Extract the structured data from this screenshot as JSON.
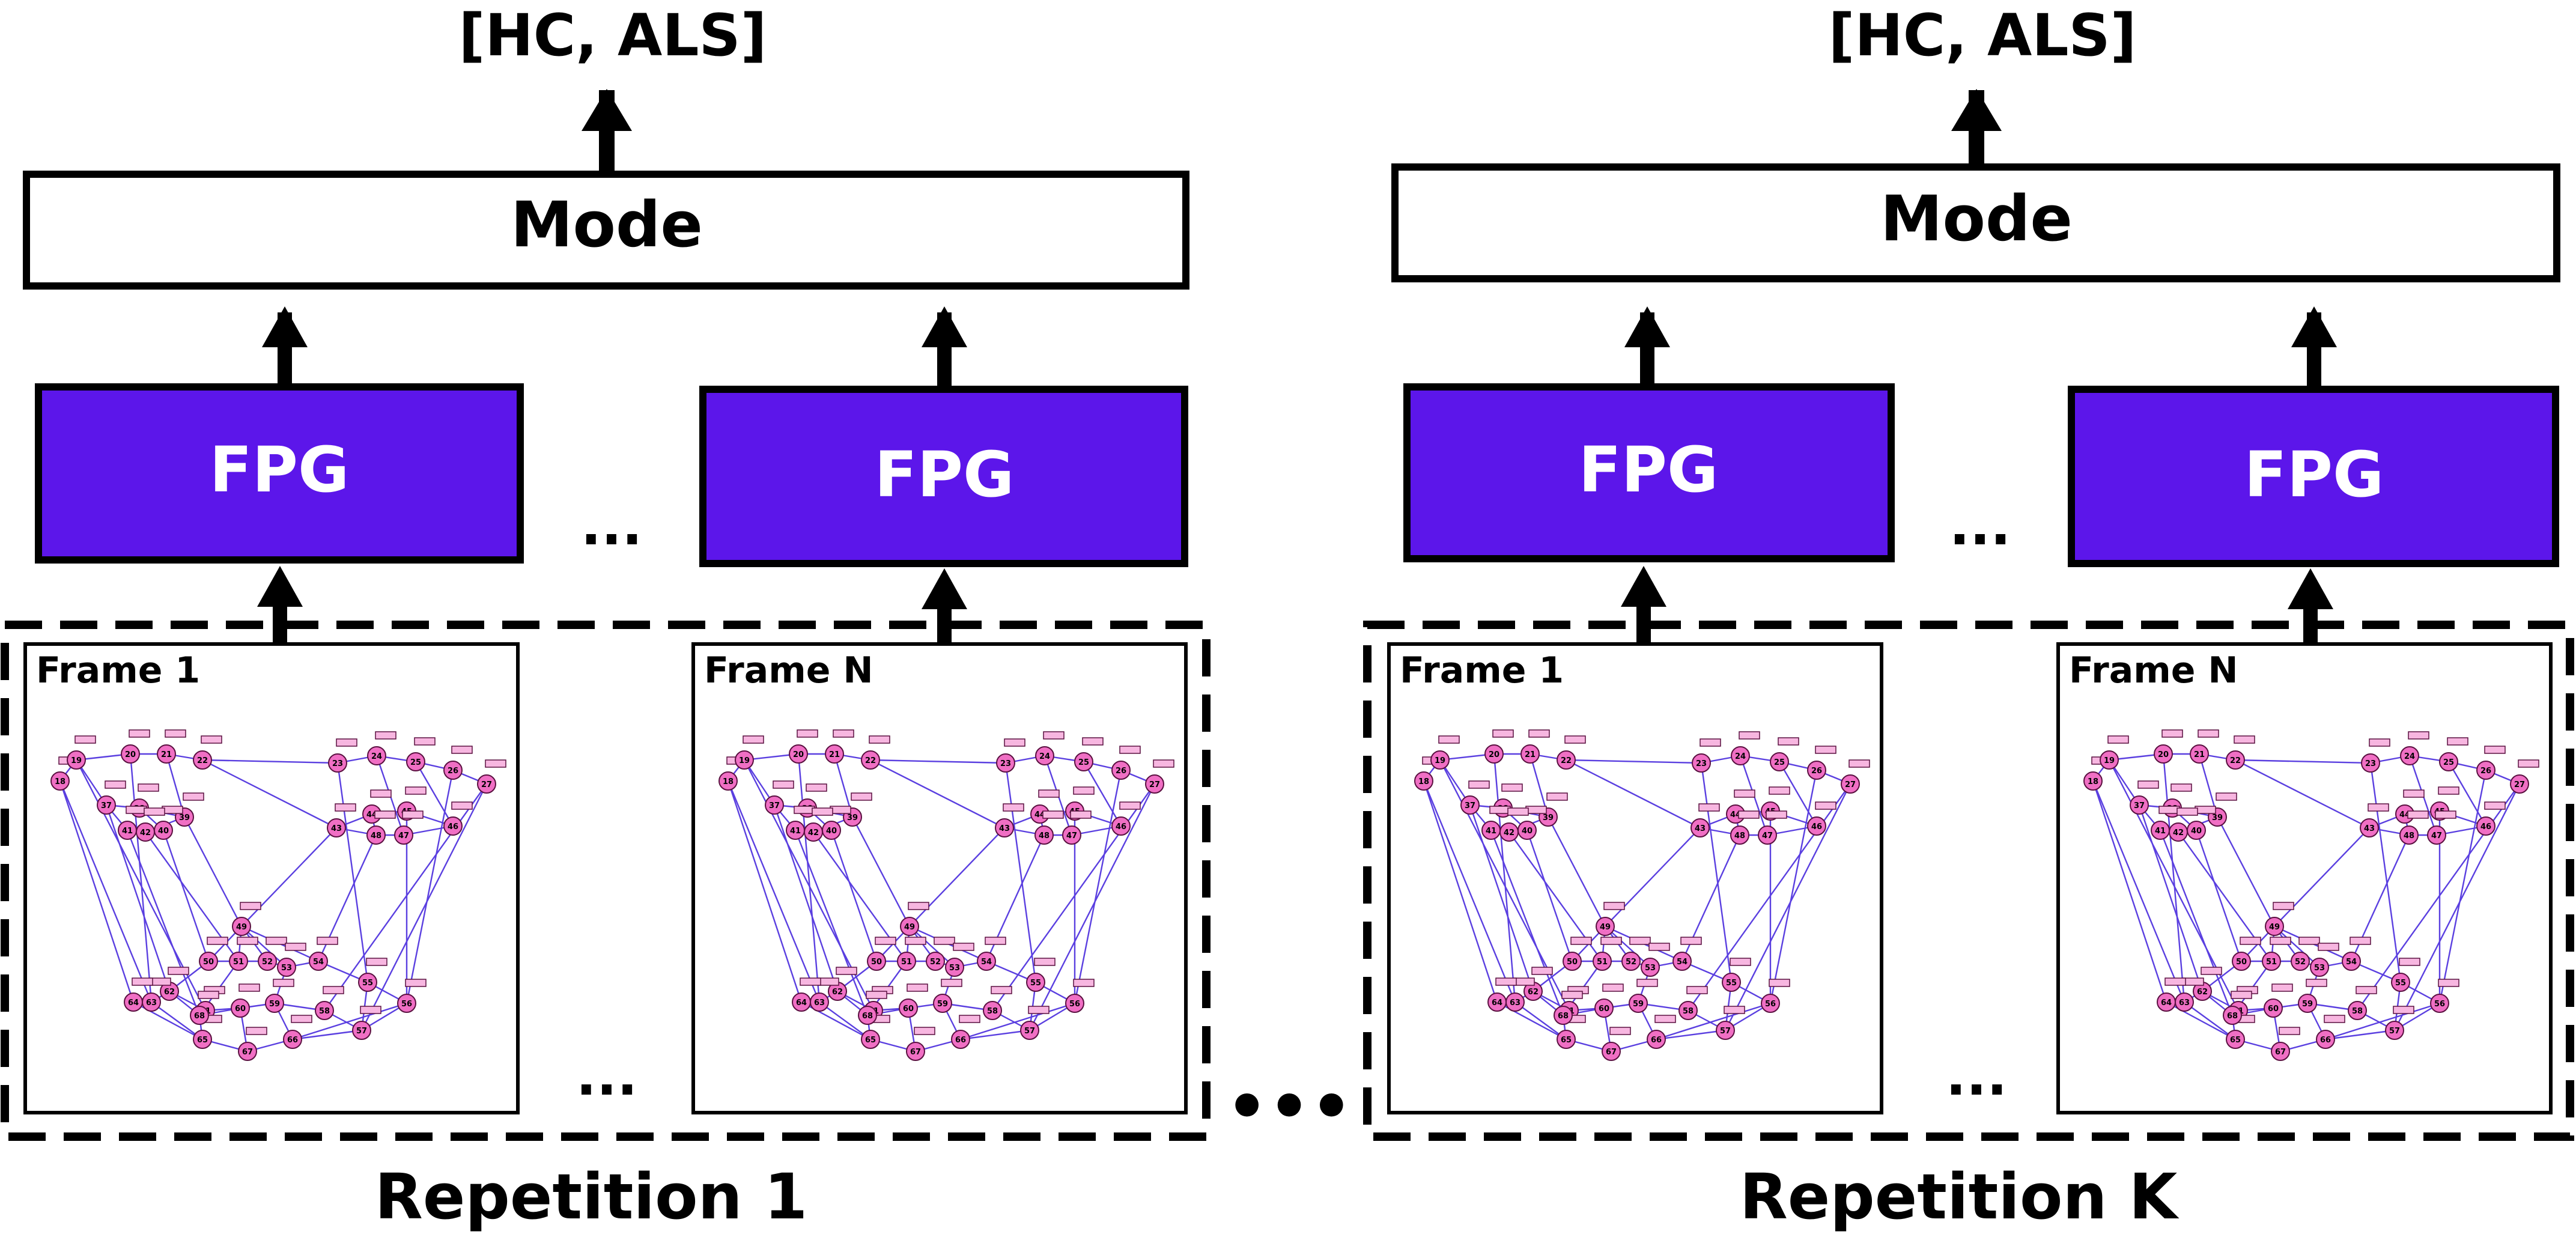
{
  "colors": {
    "fpg_fill": "#5c16ea",
    "stroke": "#000000",
    "edge": "#5a3fe0",
    "node_fill": "#f06fc4",
    "node_stroke": "#5a1040",
    "tag_fill": "#f7b6e0"
  },
  "repetitions": [
    {
      "output_label": "[HC, ALS]",
      "mode_label": "Mode",
      "fpg_labels": [
        "FPG",
        "FPG"
      ],
      "frame_labels": [
        "Frame 1",
        "Frame N"
      ],
      "ellipsis": "...",
      "title": "Repetition 1"
    },
    {
      "output_label": "[HC, ALS]",
      "mode_label": "Mode",
      "fpg_labels": [
        "FPG",
        "FPG"
      ],
      "frame_labels": [
        "Frame 1",
        "Frame N"
      ],
      "ellipsis": "...",
      "title": "Repetition K"
    }
  ],
  "between_repetitions_ellipsis": "•••",
  "face_landmark_ids": [
    "18",
    "19",
    "20",
    "21",
    "22",
    "23",
    "24",
    "25",
    "26",
    "27",
    "37",
    "38",
    "39",
    "40",
    "41",
    "42",
    "43",
    "44",
    "45",
    "46",
    "47",
    "48",
    "49",
    "50",
    "51",
    "52",
    "53",
    "54",
    "55",
    "56",
    "57",
    "58",
    "59",
    "60",
    "61",
    "62",
    "63",
    "64",
    "65",
    "66",
    "67",
    "68"
  ]
}
